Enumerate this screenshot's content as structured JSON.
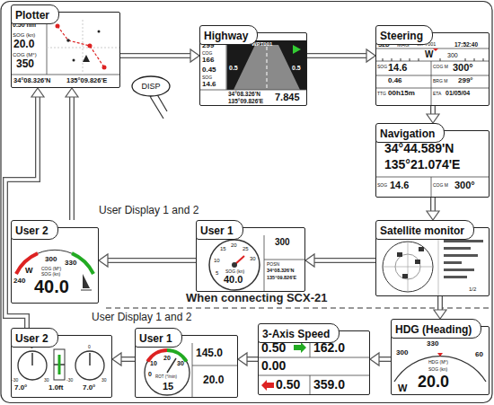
{
  "diagram": {
    "nodes": [
      {
        "text": [
          "Plotter",
          "0.50 nm",
          "SOG (kn)",
          "20.0",
          "COG (M°)",
          "350",
          "34°08.326'N",
          "135°09.826'E"
        ]
      },
      {
        "text": [
          "DISP"
        ]
      },
      {
        "text": [
          "Highway",
          "WPT001",
          "299",
          "COG",
          "166",
          "0.45",
          "SOG",
          "14.6",
          "0.5",
          "0.5",
          "34°08.326'N",
          "135°09.826'E",
          "7.845"
        ]
      },
      {
        "text": [
          "Steering",
          "S2D",
          "MAG",
          "WPT001",
          "17:52:40",
          "W",
          "300",
          "SOG",
          "14.6",
          "COG M",
          "300°",
          "0.46",
          "BRG M",
          "299°",
          "TTG",
          "00h15m",
          "ETA",
          "01/05/04"
        ]
      },
      {
        "text": [
          "Navigation",
          "34°44.589'N",
          "135°21.074'E",
          "SOG",
          "14.6",
          "COG M",
          "300°"
        ]
      },
      {
        "text": [
          "Satellite monitor",
          "1/2"
        ]
      },
      {
        "text": [
          "User 1",
          "5",
          "10",
          "15",
          "20",
          "25",
          "30",
          "SOG (kn)",
          "40.0",
          "300",
          "POSN",
          "34°08.326'N",
          "135°09.826'E"
        ]
      },
      {
        "text": [
          "User 2",
          "W",
          "300",
          "330",
          "240",
          "COG (M°)",
          "SOG (kn)",
          "40.0"
        ]
      },
      {
        "text": [
          "HDG (Heading)",
          "300",
          "330",
          "W",
          "60",
          "HDG (M°)",
          "SOG (kn)",
          "20.0"
        ]
      },
      {
        "text": [
          "3-Axis Speed",
          "0.50",
          "162.0",
          "0.00",
          "0.50",
          "359.0"
        ]
      },
      {
        "text": [
          "User 1",
          "20",
          "10",
          "30",
          "0",
          "ROT (°/min)",
          "15",
          "145.0",
          "20.0"
        ]
      },
      {
        "text": [
          "User 2",
          "0",
          "-30",
          "30",
          "0",
          "-30",
          "30",
          "7.0°",
          "1.0ft",
          "7.0°"
        ]
      }
    ],
    "edges": [
      {
        "from": 0,
        "to": 2,
        "arrow": "to"
      },
      {
        "from": 2,
        "to": 3,
        "arrow": "to"
      },
      {
        "from": 3,
        "to": 4,
        "arrow": "to"
      },
      {
        "from": 4,
        "to": 5,
        "arrow": "to"
      },
      {
        "from": 5,
        "to": 6,
        "arrow": "to"
      },
      {
        "from": 6,
        "to": 7,
        "arrow": "to"
      },
      {
        "from": 7,
        "to": 0,
        "arrow": "to"
      },
      {
        "from": 5,
        "to": 8,
        "arrow": "to"
      },
      {
        "from": 8,
        "to": 9,
        "arrow": "to"
      },
      {
        "from": 9,
        "to": 10,
        "arrow": "to"
      },
      {
        "from": 10,
        "to": 11,
        "arrow": "to"
      },
      {
        "from": 11,
        "to": 0,
        "arrow": "to"
      }
    ],
    "labels": [
      "User Display 1 and 2",
      "When connecting SCX-21",
      "User Display 1 and 2"
    ]
  }
}
